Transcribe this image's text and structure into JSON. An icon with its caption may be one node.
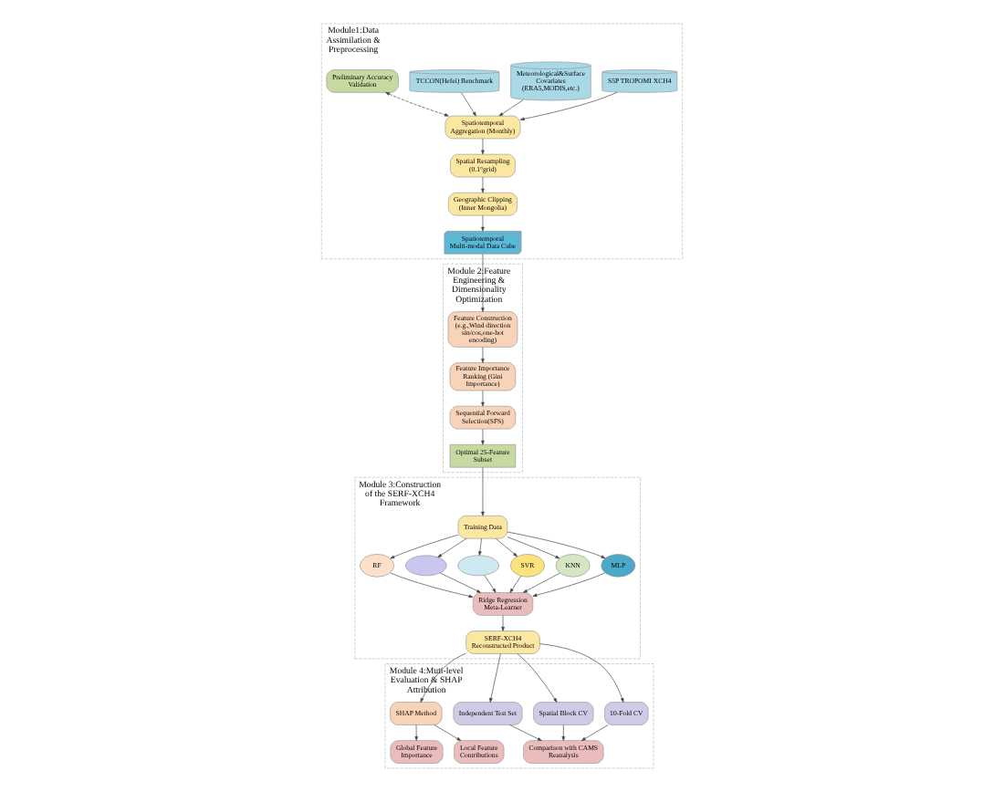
{
  "diagram": {
    "nodes": [
      {
        "text": [
          "Module1:Data Assimilation & Preprocessing"
        ]
      },
      {
        "text": [
          "S5P TROPOMI XCH4"
        ],
        "in": 0
      },
      {
        "text": [
          "Meteorological&Surface Covariates (ERA5,MODIS,etc.)"
        ],
        "in": 0
      },
      {
        "text": [
          "TCCON(Hefei) Benchmark"
        ],
        "in": 0
      },
      {
        "text": [
          "Preliminary Accuracy Validation"
        ],
        "in": 0
      },
      {
        "text": [
          "Spatiotemporal Aggregation (Monthly)"
        ],
        "in": 0
      },
      {
        "text": [
          "Spatial Resampling (0.1°grid)"
        ],
        "in": 0
      },
      {
        "text": [
          "Geographic Clipping (Inner Mongolia)"
        ],
        "in": 0
      },
      {
        "text": [
          "Spatiotemporal Multi-modal Data Cube"
        ],
        "in": 0
      },
      {
        "text": [
          "Module 2:Feature Engineering & Dimensionality Optimization"
        ]
      },
      {
        "text": [
          "Feature Construction (e.g.,Wind direction sin/cos,one-hot encoding)"
        ],
        "in": 9
      },
      {
        "text": [
          "Feature Importance Ranking (Gini Importance)"
        ],
        "in": 9
      },
      {
        "text": [
          "Sequential Forward Selection(SFS)"
        ],
        "in": 9
      },
      {
        "text": [
          "Optimal 25-Feature Subset"
        ],
        "in": 9
      },
      {
        "text": [
          "Module 3:Construction of the SERF-XCH4 Framework"
        ]
      },
      {
        "text": [
          "Training Data"
        ],
        "in": 14
      },
      {
        "text": [
          "RF"
        ],
        "in": 14
      },
      {
        "text": [],
        "shape": "ellipse",
        "in": 14
      },
      {
        "text": [],
        "shape": "ellipse",
        "in": 14
      },
      {
        "text": [
          "SVR"
        ],
        "in": 14
      },
      {
        "text": [
          "KNN"
        ],
        "in": 14
      },
      {
        "text": [
          "MLP"
        ],
        "in": 14
      },
      {
        "text": [
          "Ridge Regression Meta-Learner"
        ],
        "in": 14
      },
      {
        "text": [
          "SERF-XCH4 Reconstructed Product"
        ],
        "in": 14
      },
      {
        "text": [
          "Module 4:Muti-level Evaluation & SHAP Attribution"
        ]
      },
      {
        "text": [
          "10-Fold CV"
        ],
        "in": 24
      },
      {
        "text": [
          "Spatial Block CV"
        ],
        "in": 24
      },
      {
        "text": [
          "Independent Test Set"
        ],
        "in": 24
      },
      {
        "text": [
          "SHAP Method"
        ],
        "in": 24
      },
      {
        "text": [
          "Comparison with CAMS Reanalysis"
        ],
        "in": 24
      },
      {
        "text": [
          "Global Feature Importance"
        ],
        "in": 24
      },
      {
        "text": [
          "Local Feature Contributions"
        ],
        "in": 24
      }
    ],
    "edges": [
      {
        "from": 1,
        "to": 5,
        "arrow": "to"
      },
      {
        "from": 2,
        "to": 5,
        "arrow": "to"
      },
      {
        "from": 3,
        "to": 5,
        "arrow": "to"
      },
      {
        "from": 4,
        "to": 5,
        "arrow": "both",
        "style": "dashed"
      },
      {
        "from": 5,
        "to": 6,
        "arrow": "to"
      },
      {
        "from": 6,
        "to": 7,
        "arrow": "to"
      },
      {
        "from": 7,
        "to": 8,
        "arrow": "to"
      },
      {
        "from": 8,
        "to": 10,
        "arrow": "to"
      },
      {
        "from": 10,
        "to": 11,
        "arrow": "to"
      },
      {
        "from": 11,
        "to": 12,
        "arrow": "to"
      },
      {
        "from": 12,
        "to": 13,
        "arrow": "to"
      },
      {
        "from": 13,
        "to": 15,
        "arrow": "to"
      },
      {
        "from": 15,
        "to": 16,
        "arrow": "to"
      },
      {
        "from": 15,
        "to": 17,
        "arrow": "to"
      },
      {
        "from": 15,
        "to": 18,
        "arrow": "to"
      },
      {
        "from": 15,
        "to": 19,
        "arrow": "to"
      },
      {
        "from": 15,
        "to": 20,
        "arrow": "to"
      },
      {
        "from": 15,
        "to": 21,
        "arrow": "to"
      },
      {
        "from": 16,
        "to": 22,
        "arrow": "to"
      },
      {
        "from": 17,
        "to": 22,
        "arrow": "to"
      },
      {
        "from": 18,
        "to": 22,
        "arrow": "to"
      },
      {
        "from": 19,
        "to": 22,
        "arrow": "to"
      },
      {
        "from": 20,
        "to": 22,
        "arrow": "to"
      },
      {
        "from": 21,
        "to": 22,
        "arrow": "to"
      },
      {
        "from": 22,
        "to": 23,
        "arrow": "to"
      },
      {
        "from": 23,
        "to": 25,
        "arrow": "to"
      },
      {
        "from": 23,
        "to": 26,
        "arrow": "to"
      },
      {
        "from": 23,
        "to": 27,
        "arrow": "to"
      },
      {
        "from": 23,
        "to": 28,
        "arrow": "to"
      },
      {
        "from": 25,
        "to": 29,
        "arrow": "to"
      },
      {
        "from": 26,
        "to": 29,
        "arrow": "to"
      },
      {
        "from": 27,
        "to": 29,
        "arrow": "to"
      },
      {
        "from": 28,
        "to": 30,
        "arrow": "to"
      },
      {
        "from": 28,
        "to": 31,
        "arrow": "to"
      }
    ]
  }
}
